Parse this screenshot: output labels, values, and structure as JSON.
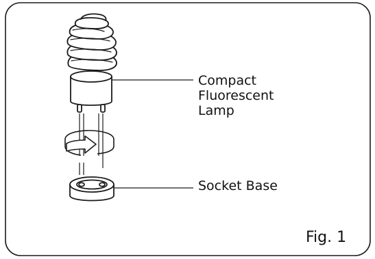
{
  "labels": {
    "lamp_line1": "Compact",
    "lamp_line2": "Fluorescent",
    "lamp_line3": "Lamp",
    "socket": "Socket Base"
  },
  "figure_caption": "Fig. 1",
  "colors": {
    "line": "#1a1a1a",
    "background": "#ffffff"
  },
  "icons": [
    "spiral-tube-icon",
    "rotation-arrow-icon"
  ]
}
